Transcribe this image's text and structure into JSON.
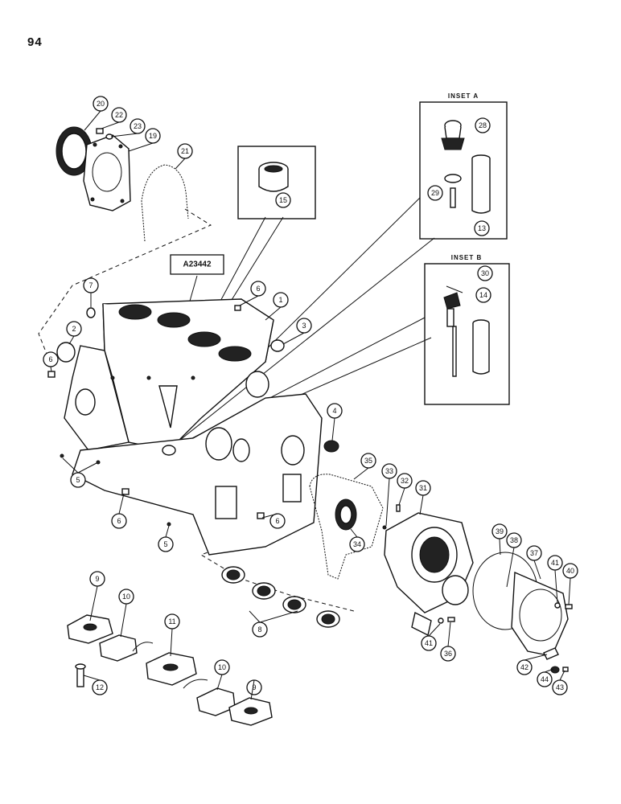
{
  "page_number": "94",
  "part_label": "A23442",
  "insets": [
    {
      "id": "A",
      "title": "INSET A",
      "callouts": [
        "28",
        "29",
        "13"
      ]
    },
    {
      "id": "B",
      "title": "INSET B",
      "callouts": [
        "30",
        "14"
      ]
    }
  ],
  "callouts": [
    "20",
    "22",
    "23",
    "19",
    "21",
    "15",
    "28",
    "29",
    "13",
    "30",
    "14",
    "7",
    "6",
    "1",
    "2",
    "3",
    "4",
    "5",
    "35",
    "33",
    "32",
    "31",
    "34",
    "39",
    "38",
    "37",
    "41",
    "40",
    "9",
    "10",
    "11",
    "8",
    "12",
    "36",
    "42",
    "44",
    "43"
  ]
}
